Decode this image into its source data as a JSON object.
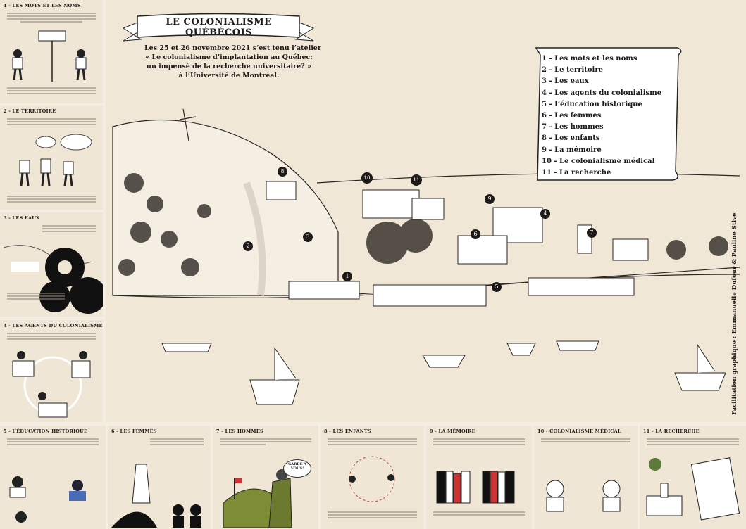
{
  "title": "LE COLONIALISME QUÉBÉCOIS",
  "intro": [
    "Les 25 et 26 novembre 2021 s’est tenu l’atelier",
    "« Le colonialisme d’implantation au Québec:",
    "un impensé de la recherche universitaire? »",
    "à l’Université de Montréal."
  ],
  "legend": [
    "1 - Les mots et les noms",
    "2 - Le territoire",
    "3 - Les eaux",
    "4 - Les agents du colonialisme",
    "5 - L’éducation historique",
    "6 - Les femmes",
    "7 - Les hommes",
    "8 - Les enfants",
    "9 - La mémoire",
    "10 - Le colonialisme médical",
    "11 - La recherche"
  ],
  "credit": "Facilitation graphique : Emmanuelle Dufour & Pauline Stive",
  "panels": {
    "p1": "1 - LES MOTS ET LES NOMS",
    "p2": "2 - LE TERRITOIRE",
    "p3": "3 - LES EAUX",
    "p4": "4 - LES AGENTS DU COLONIALISME",
    "p5": "5 - L’ÉDUCATION HISTORIQUE",
    "p6": "6 - LES FEMMES",
    "p7": "7 - LES HOMMES",
    "p8": "8 - LES ENFANTS",
    "p9": "9 - LA MÉMOIRE",
    "p10": "10 - COLONIALISME MÉDICAL",
    "p11": "11 - LA RECHERCHE"
  },
  "bubbles": {
    "p7": "GARDE À VOUS!"
  },
  "markers": [
    "1",
    "2",
    "3",
    "4",
    "5",
    "6",
    "7",
    "8",
    "9",
    "10",
    "11"
  ],
  "colors": {
    "paper": "#f0e6d6",
    "ink": "#1d1a17",
    "army_green": "#7d8c35"
  }
}
